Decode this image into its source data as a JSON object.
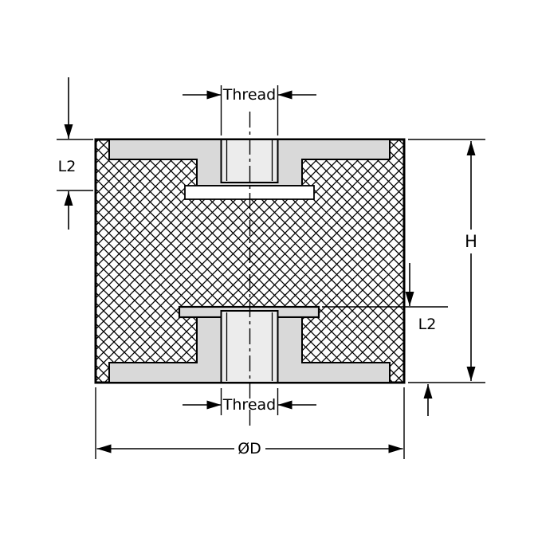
{
  "diagram": {
    "type": "technical-cross-section-drawing",
    "subject": "cylindrical-rubber-mount-with-threaded-inserts",
    "labels": {
      "thread_top": "Thread",
      "thread_bottom": "Thread",
      "l2_left": "L2",
      "l2_right": "L2",
      "height": "H",
      "diameter": "ØD"
    },
    "colors": {
      "line": "#000000",
      "metal_fill": "#d9d9d9",
      "hole_fill": "#ececec",
      "background": "#ffffff"
    }
  }
}
